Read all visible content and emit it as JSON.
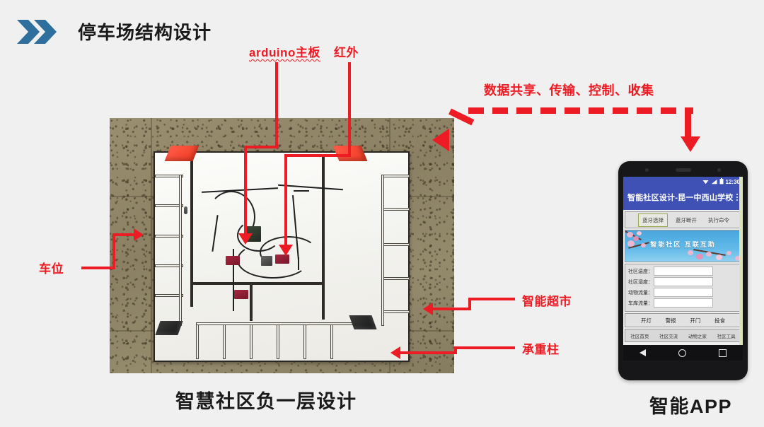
{
  "header": {
    "title": "停车场结构设计",
    "logo_icon": "double-chevron-icon"
  },
  "annotations": {
    "arduino": "arduino主板",
    "infrared": "红外",
    "parking_space": "车位",
    "data_link": "数据共享、传输、控制、收集",
    "smart_market": "智能超市",
    "support_column": "承重柱"
  },
  "captions": {
    "photo": "智慧社区负一层设计",
    "phone": "智能APP"
  },
  "phone_app": {
    "status": {
      "time": "12:30",
      "wifi_icon": "wifi-icon",
      "signal_icon": "signal-icon",
      "battery_icon": "battery-icon"
    },
    "appbar": {
      "title": "智能社区设计-昆一中西山学校",
      "overflow_icon": "kebab-menu-icon"
    },
    "tabs": [
      {
        "label": "蓝牙选择",
        "selected": true
      },
      {
        "label": "蓝牙断开",
        "selected": false
      },
      {
        "label": "执行命令",
        "selected": false
      }
    ],
    "banner": {
      "text": "智能社区 互联互助"
    },
    "fields": [
      {
        "label": "社区温度：",
        "value": ""
      },
      {
        "label": "社区湿度：",
        "value": ""
      },
      {
        "label": "动物流量：",
        "value": ""
      },
      {
        "label": "车库流量：",
        "value": ""
      }
    ],
    "actions": [
      "开灯",
      "警报",
      "开门",
      "投食"
    ],
    "bottom_nav": [
      "社区首页",
      "社区交流",
      "动物之家",
      "社区工具"
    ],
    "system_nav": [
      "back-icon",
      "home-icon",
      "recents-icon"
    ]
  },
  "colors": {
    "background": "#f0f0f0",
    "annotation_red": "#ed1c24",
    "logo_blue": "#3a7ca8",
    "app_indigo": "#3f51b5",
    "title_black": "#1a1a1a"
  }
}
